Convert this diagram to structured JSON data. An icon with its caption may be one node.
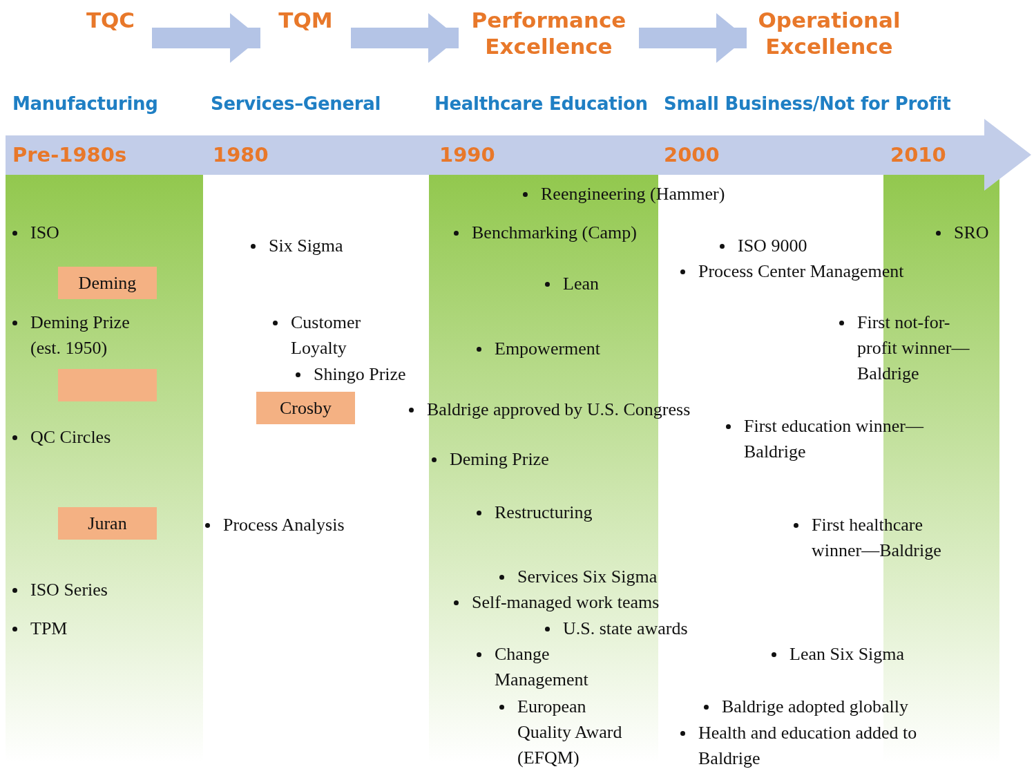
{
  "diagram": {
    "nodes": [
      {
        "text": [
          "TQC"
        ]
      },
      {
        "text": [
          "TQM"
        ]
      },
      {
        "text": [
          "Performance Excellence"
        ]
      },
      {
        "text": [
          "Operational Excellence"
        ]
      },
      {
        "text": [
          "Deming"
        ]
      },
      {
        "text": [],
        "shape": "box"
      },
      {
        "text": [
          "Juran"
        ]
      },
      {
        "text": [
          "Crosby"
        ]
      }
    ],
    "edges": [
      {
        "from": 0,
        "to": 1,
        "arrow": "to"
      },
      {
        "from": 1,
        "to": 2,
        "arrow": "to"
      },
      {
        "from": 2,
        "to": 3,
        "arrow": "to"
      }
    ],
    "labels": [
      "Manufacturing",
      "Services–General",
      "Healthcare Education",
      "Small Business/Not for Profit",
      "Pre-1980s",
      "1980",
      "1990",
      "2000",
      "2010",
      "Reengineering (Hammer)",
      "ISO",
      "Benchmarking (Camp)",
      "SRO",
      "Six Sigma",
      "ISO 9000",
      "Process Center Management",
      "Lean",
      "Deming Prize (est. 1950)",
      "Customer Loyalty",
      "First not-for-profit winner—Baldrige",
      "Empowerment",
      "Shingo Prize",
      "Baldrige approved by U.S. Congress",
      "First education winner—Baldrige",
      "QC Circles",
      "Deming Prize",
      "Restructuring",
      "Process Analysis",
      "First healthcare winner—Baldrige",
      "Services Six Sigma",
      "ISO Series",
      "Self-managed work teams",
      "TPM",
      "U.S. state awards",
      "Change Management",
      "Lean Six Sigma",
      "European Quality Award (EFQM)",
      "Baldrige adopted globally",
      "Health and education added to Baldrige"
    ]
  }
}
